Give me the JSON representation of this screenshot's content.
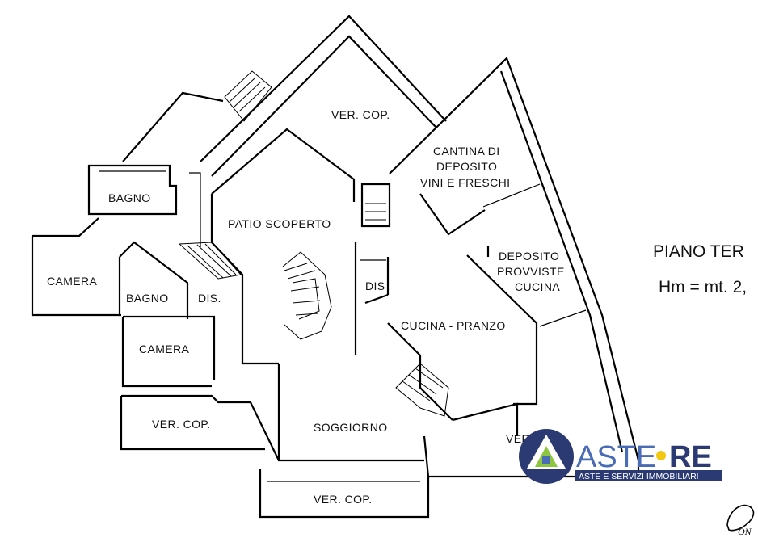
{
  "rooms": {
    "ver_cop_top": "VER. COP.",
    "cantina_line1": "CANTINA DI",
    "cantina_line2": "DEPOSITO",
    "cantina_line3": "VINI E FRESCHI",
    "bagno_top": "BAGNO",
    "patio": "PATIO  SCOPERTO",
    "camera_left": "CAMERA",
    "bagno_mid": "BAGNO",
    "dis_left": "DIS.",
    "dis_center": "DIS",
    "deposito_line1": "DEPOSITO",
    "deposito_line2": "PROVVISTE",
    "deposito_line3": "CUCINA",
    "camera_mid": "CAMERA",
    "cucina": "CUCINA - PRANZO",
    "ver_cop_left": "VER. COP.",
    "soggiorno": "SOGGIORNO",
    "ver_cop_right": "VER. C",
    "ver_cop_bottom": "VER. COP."
  },
  "side": {
    "piano": "PIANO TER",
    "hm": "Hm = mt. 2,"
  },
  "logo": {
    "brand_part1": "ASTE",
    "brand_part2": "RE",
    "tagline": "ASTE E SERVIZI IMMOBILIARI",
    "colors": {
      "navy": "#2b3a73",
      "blue": "#4a6bb5",
      "green": "#8cc63f",
      "yellow": "#f2c811"
    }
  },
  "signature_text": "ON"
}
